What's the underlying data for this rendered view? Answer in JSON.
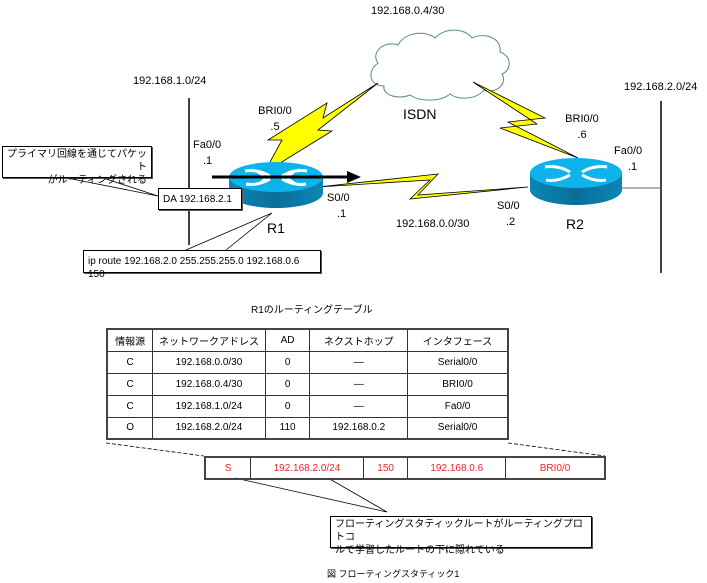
{
  "topology": {
    "networks": {
      "isdn_subnet": "192.168.0.4/30",
      "lan_r1": "192.168.1.0/24",
      "lan_r2": "192.168.2.0/24",
      "serial_subnet": "192.168.0.0/30"
    },
    "isdn_label": "ISDN",
    "r1": {
      "name": "R1",
      "bri_iface": "BRI0/0",
      "bri_addr": ".5",
      "fa_iface": "Fa0/0",
      "fa_addr": ".1",
      "serial_iface": "S0/0",
      "serial_addr": ".1"
    },
    "r2": {
      "name": "R2",
      "bri_iface": "BRI0/0",
      "bri_addr": ".6",
      "fa_iface": "Fa0/0",
      "fa_addr": ".1",
      "serial_iface": "S0/0",
      "serial_addr": ".2"
    },
    "colors": {
      "router_top": "#0fb3ec",
      "router_side": "#0a7fab",
      "lightning": "#ffff00",
      "cloud_stroke": "#5a8a8a",
      "highlight_red": "#e8262a"
    }
  },
  "callouts": {
    "primary_path": "プライマリ回線を通じてパケットがルーティングされる",
    "primary_path_line1": "プライマリ回線を通じてパケット",
    "primary_path_line2": "がルーティングされる",
    "packet_da": "DA 192.168.2.1",
    "static_route_cmd": "ip route 192.168.2.0 255.255.255.0 192.168.0.6 150",
    "floating_note_line1": "フローティングスタティックルートがルーティングプロトコ",
    "floating_note_line2": "ルで学習したルートの下に隠れている"
  },
  "routing_table": {
    "title": "R1のルーティングテーブル",
    "columns": [
      "情報源",
      "ネットワークアドレス",
      "AD",
      "ネクストホップ",
      "インタフェース"
    ],
    "rows": [
      [
        "C",
        "192.168.0.0/30",
        "0",
        "—",
        "Serial0/0"
      ],
      [
        "C",
        "192.168.0.4/30",
        "0",
        "—",
        "BRI0/0"
      ],
      [
        "C",
        "192.168.1.0/24",
        "0",
        "—",
        "Fa0/0"
      ],
      [
        "O",
        "192.168.2.0/24",
        "110",
        "192.168.0.2",
        "Serial0/0"
      ]
    ],
    "hidden_route": [
      "S",
      "192.168.2.0/24",
      "150",
      "192.168.0.6",
      "BRI0/0"
    ]
  },
  "caption": "図 フローティングスタティック1"
}
